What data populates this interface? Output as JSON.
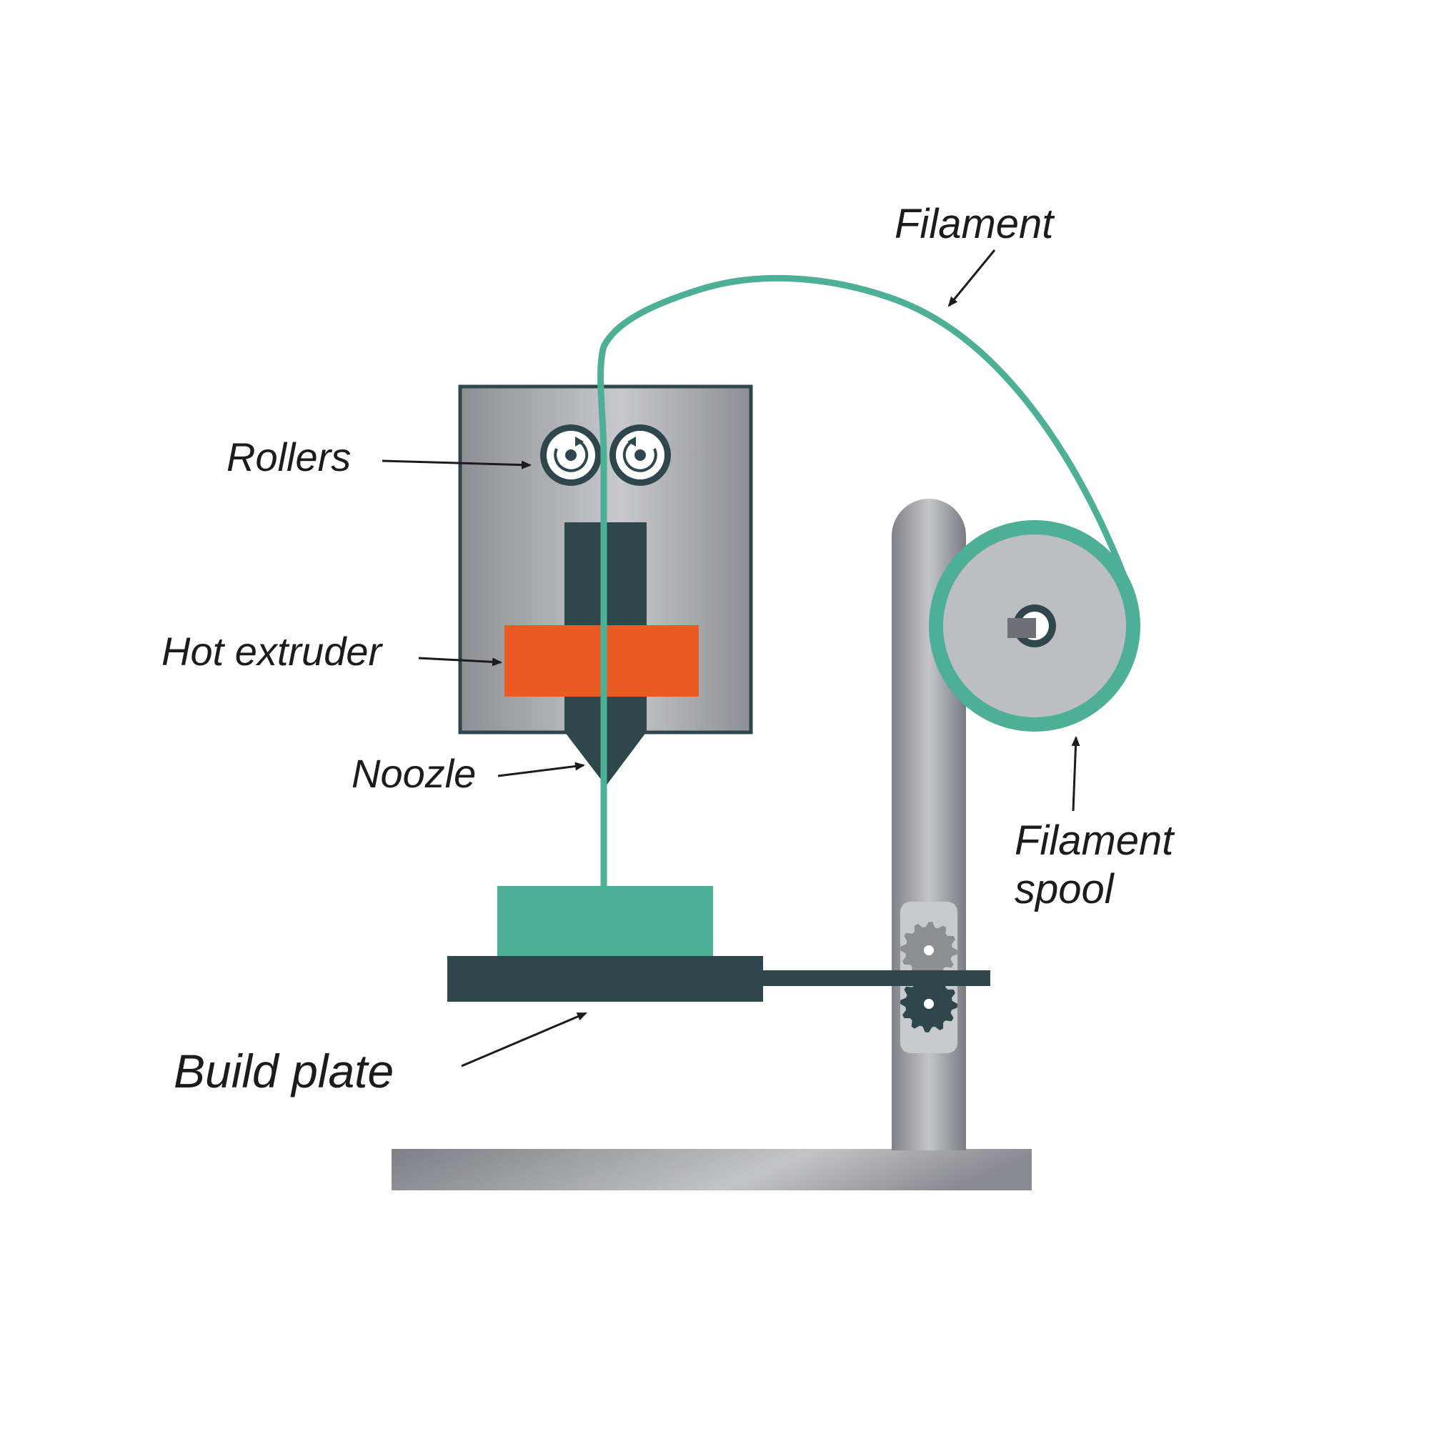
{
  "labels": {
    "filament": "Filament",
    "rollers": "Rollers",
    "hot_extruder": "Hot extruder",
    "noozle": "Noozle",
    "filament_spool_line1": "Filament",
    "filament_spool_line2": "spool",
    "build_plate": "Build plate"
  },
  "colors": {
    "filament": "#4db096",
    "dark": "#2f474c",
    "extruder_hot": "#ec5a24",
    "metal_light": "#c4c6ca",
    "metal_dark": "#8a8b8f",
    "spool_face": "#bcbec2",
    "arrow": "#1c1c1c"
  },
  "icons": {
    "rollers": "rotation-arrows-icon",
    "gears": "gear-icon"
  }
}
